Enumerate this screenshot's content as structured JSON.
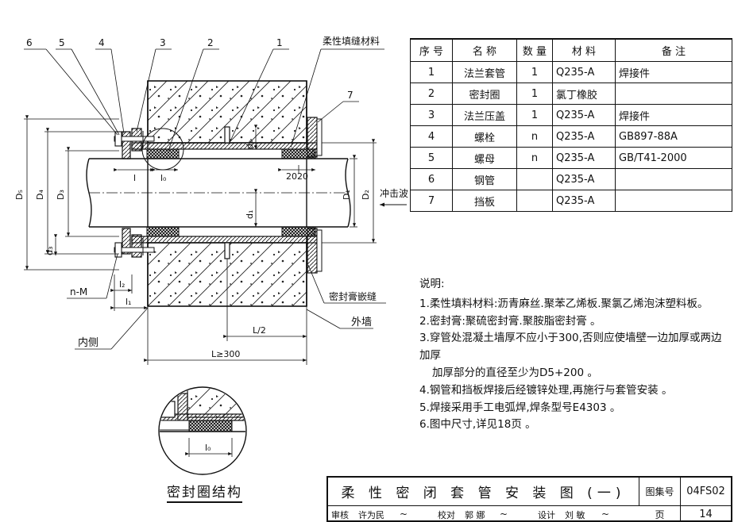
{
  "drawing": {
    "callouts": {
      "c1": "1",
      "c2": "2",
      "c3": "3",
      "c4": "4",
      "c5": "5",
      "c6": "6",
      "c7": "7"
    },
    "filler_label": "柔性填缝材料",
    "sealant_label": "密封膏嵌缝",
    "outer_wall_label": "外墙",
    "inner_side_label": "内侧",
    "impact_wave_label": "冲击波",
    "bolt_label": "n-M",
    "dims": {
      "d5": "D₅",
      "d4": "D₄",
      "d3": "D₃",
      "d1": "D₁",
      "d2": "D₂",
      "d3s": "d₃",
      "d2s": "d₂",
      "d1s": "d₁",
      "l": "l",
      "l0": "l₀",
      "l0b": "l₀",
      "l1": "l₁",
      "l2": "l₂",
      "half_l": "L/2",
      "full_l": "L≥300",
      "gap_dims": "2020"
    }
  },
  "detail_caption": "密封圈结构",
  "parts_table": {
    "headers": [
      "序 号",
      "名 称",
      "数 量",
      "材 料",
      "备 注"
    ],
    "rows": [
      [
        "1",
        "法兰套管",
        "1",
        "Q235-A",
        "焊接件"
      ],
      [
        "2",
        "密封圈",
        "1",
        "氯丁橡胶",
        ""
      ],
      [
        "3",
        "法兰压盖",
        "1",
        "Q235-A",
        "焊接件"
      ],
      [
        "4",
        "螺栓",
        "n",
        "Q235-A",
        "GB897-88A"
      ],
      [
        "5",
        "螺母",
        "n",
        "Q235-A",
        "GB/T41-2000"
      ],
      [
        "6",
        "钢管",
        "",
        "Q235-A",
        ""
      ],
      [
        "7",
        "挡板",
        "",
        "Q235-A",
        ""
      ]
    ]
  },
  "notes": {
    "title": "说明:",
    "n1": "1.柔性填料材料:沥青麻丝.聚苯乙烯板.聚氯乙烯泡沫塑料板。",
    "n2": "2.密封膏:聚硫密封膏.聚胺脂密封膏 。",
    "n3a": "3.穿管处混凝土墙厚不应小于300,否则应使墙壁一边加厚或两边加厚",
    "n3b": "加厚部分的直径至少为D5+200 。",
    "n4": "4.钢管和挡板焊接后经镀锌处理,再施行与套管安装 。",
    "n5": "5.焊接采用手工电弧焊,焊条型号E4303 。",
    "n6": "6.图中尺寸,详见18页 。"
  },
  "title_block": {
    "title": "柔 性 密 闭 套 管 安 装 图 (一)",
    "atlas_label": "图集号",
    "atlas_no": "04FS02",
    "page_label": "页",
    "page_no": "14",
    "review_label": "审核",
    "reviewer": "许为民",
    "check_label": "校对",
    "checker": "郭 娜",
    "design_label": "设计",
    "designer": "刘 敏"
  }
}
